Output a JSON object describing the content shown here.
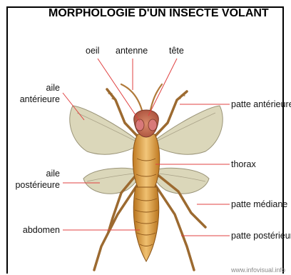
{
  "title": "MORPHOLOGIE D'UN INSECTE VOLANT",
  "labels": {
    "oeil": "oeil",
    "antenne": "antenne",
    "tete": "tête",
    "aile_anterieure_1": "aile",
    "aile_anterieure_2": "antérieure",
    "aile_posterieure_1": "aile",
    "aile_posterieure_2": "postérieure",
    "abdomen": "abdomen",
    "patte_anterieure": "patte antérieure",
    "thorax": "thorax",
    "patte_mediane": "patte médiane",
    "patte_posterieure": "patte postérieure"
  },
  "watermark": "www.infovisual.info",
  "colors": {
    "leader_line": "#e04040",
    "body_main": "#d9922e",
    "body_light": "#f0c070",
    "body_dark": "#8a5418",
    "head": "#c96b52",
    "eye": "#d8797a",
    "wing_fill": "#d8d4b4",
    "wing_stroke": "#9a9478",
    "leg": "#9c6a30"
  }
}
